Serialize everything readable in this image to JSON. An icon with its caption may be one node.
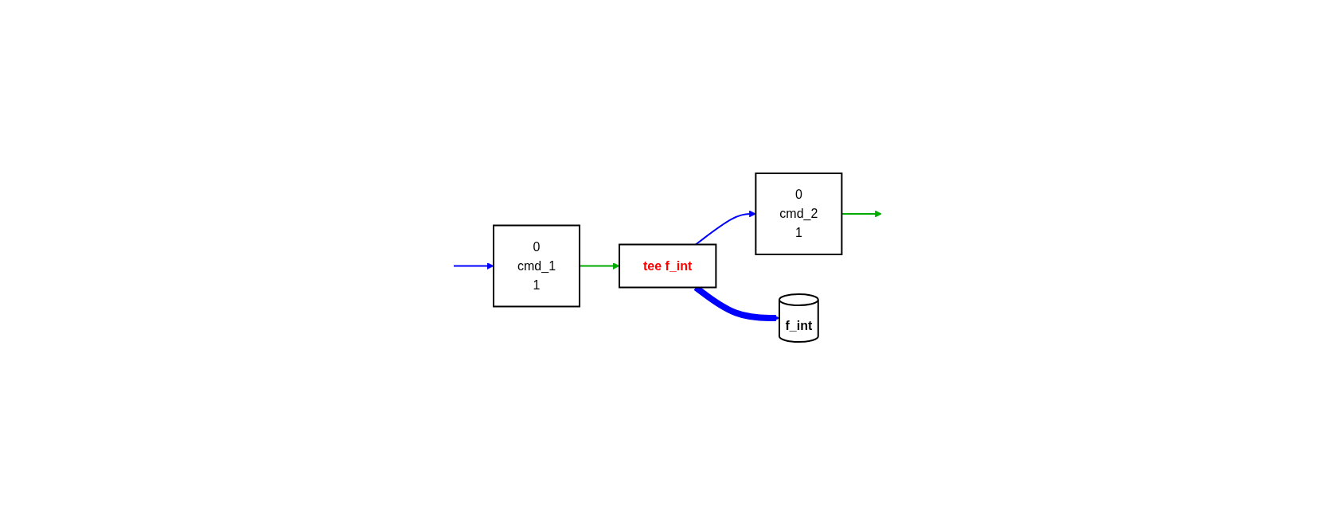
{
  "diagram": {
    "nodes": [
      {
        "text": [
          "0",
          "cmd_1",
          "1"
        ]
      },
      {
        "text": [
          "tee f_int"
        ]
      },
      {
        "text": [
          "0",
          "cmd_2",
          "1"
        ]
      },
      {
        "text": [
          "f_int"
        ]
      }
    ],
    "edges": [
      {
        "from": null,
        "to": 0,
        "arrow": "to"
      },
      {
        "from": 0,
        "to": 1,
        "arrow": "to",
        "color": "#00aa00"
      },
      {
        "from": 1,
        "to": 2,
        "arrow": "to"
      },
      {
        "from": 2,
        "to": null,
        "arrow": "to",
        "color": "#00aa00"
      },
      {
        "from": 1,
        "to": 3,
        "arrow": "to",
        "style": "thick"
      }
    ]
  }
}
